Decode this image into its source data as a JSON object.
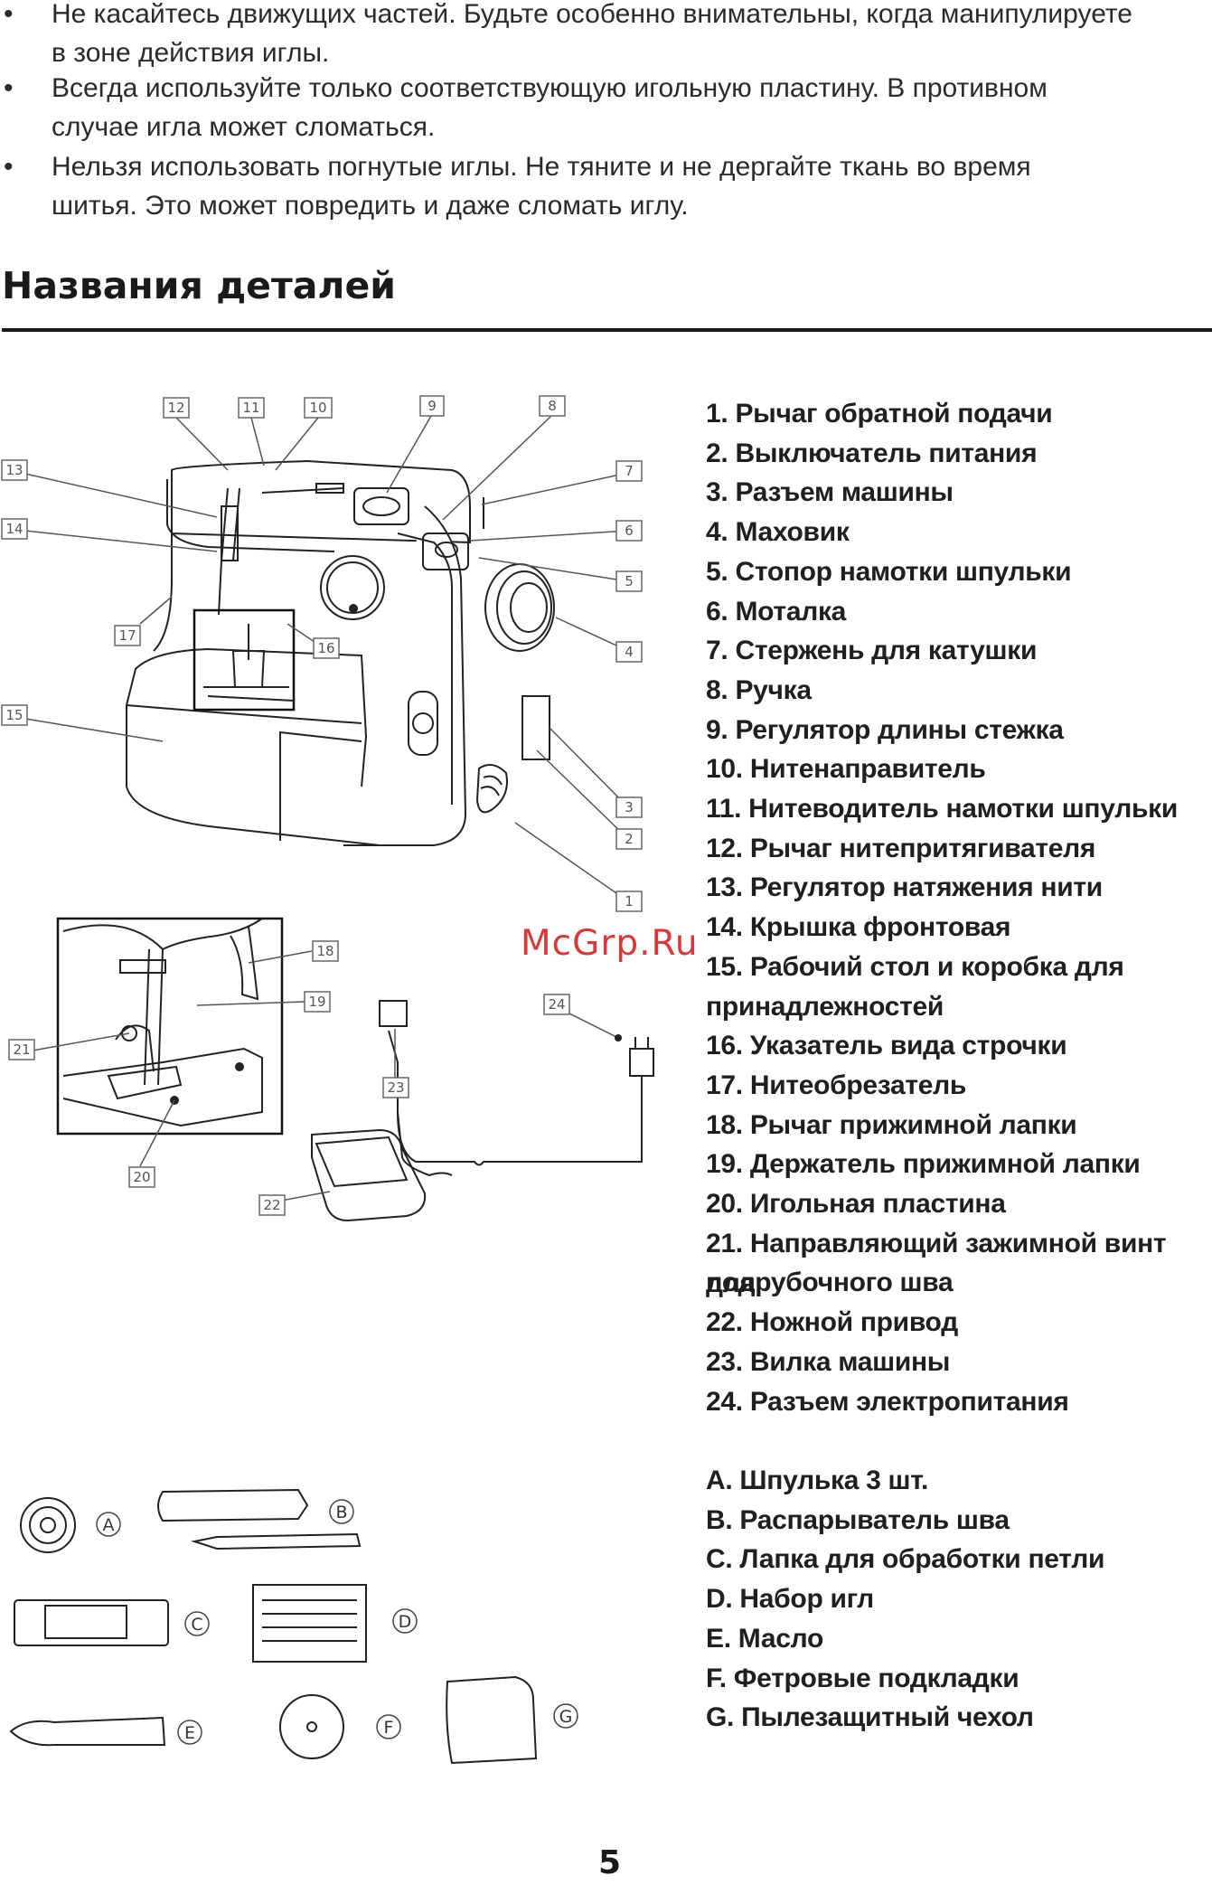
{
  "bullets": [
    {
      "line1": "Не касайтесь движущих частей. Будьте особенно внимательны, когда манипулируете",
      "line2": "в зоне действия иглы."
    },
    {
      "line1": "Всегда используйте только соответствующую игольную пластину. В противном",
      "line2": "случае игла может сломаться."
    },
    {
      "line1": "Нельзя использовать погнутые иглы. Не тяните и не дергайте ткань во время",
      "line2": "шитья. Это может повредить и даже сломать иглу."
    }
  ],
  "bullet_symbol": "•",
  "section_title": "Названия деталей",
  "parts": [
    "1. Рычаг обратной подачи",
    "2. Выключатель питания",
    "3. Разъем машины",
    "4. Маховик",
    "5. Стопор намотки шпульки",
    "6. Моталка",
    "7. Стержень для катушки",
    "8. Ручка",
    "9. Регулятор длины стежка",
    "10. Нитенаправитель",
    "11. Нитеводитель намотки шпульки",
    "12. Рычаг нитепритягивателя",
    "13. Регулятор натяжения нити",
    "14. Крышка фронтовая",
    "15. Рабочий стол и коробка для",
    "принадлежностей",
    "16. Указатель вида строчки",
    "17. Нитеобрезатель",
    "18. Рычаг прижимной лапки",
    "19. Держатель прижимной лапки",
    "20. Игольная пластина",
    "21. Направляющий зажимной винт для",
    "подрубочного шва",
    "22. Ножной привод",
    "23. Вилка машины",
    "24. Разъем электропитания"
  ],
  "accessories": [
    "A. Шпулька 3 шт.",
    "B. Распарыватель шва",
    "C. Лапка для обработки петли",
    "D. Набор игл",
    "E. Масло",
    "F. Фетровые подкладки",
    "G. Пылезащитный чехол"
  ],
  "diagram_labels": {
    "n1": "1",
    "n2": "2",
    "n3": "3",
    "n4": "4",
    "n5": "5",
    "n6": "6",
    "n7": "7",
    "n8": "8",
    "n9": "9",
    "n10": "10",
    "n11": "11",
    "n12": "12",
    "n13": "13",
    "n14": "14",
    "n15": "15",
    "n16": "16",
    "n17": "17",
    "n18": "18",
    "n19": "19",
    "n20": "20",
    "n21": "21",
    "n22": "22",
    "n23": "23",
    "n24": "24",
    "a": "A",
    "b": "B",
    "c": "C",
    "d": "D",
    "e": "E",
    "f": "F",
    "g": "G"
  },
  "watermark": "McGrp.Ru",
  "page_number": "5"
}
